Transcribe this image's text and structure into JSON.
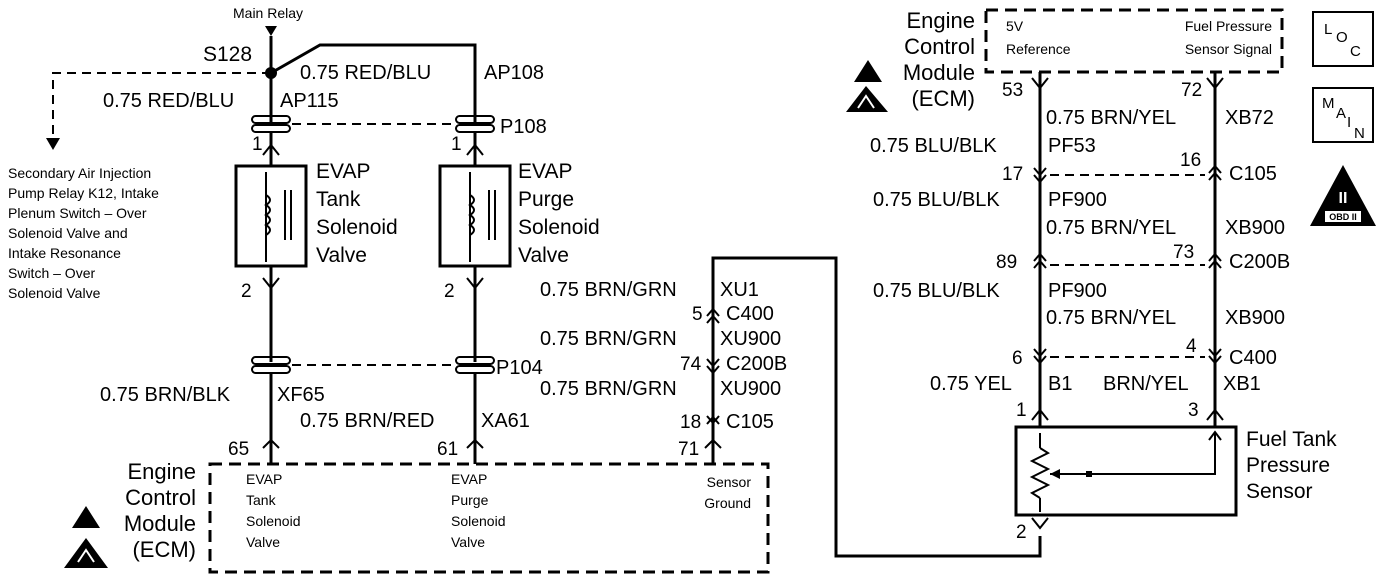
{
  "main_relay": "Main Relay",
  "splice": "S128",
  "wire_ap108": {
    "gauge_color": "0.75 RED/BLU",
    "circuit": "AP108"
  },
  "wire_ap115": {
    "gauge_color": "0.75 RED/BLU",
    "circuit": "AP115"
  },
  "connector_p108": "P108",
  "connector_p104": "P104",
  "secondary_note": [
    "Secondary Air Injection",
    "Pump Relay K12, Intake",
    "Plenum Switch – Over",
    "Solenoid Valve and",
    "Intake Resonance",
    "Switch – Over",
    "Solenoid Valve"
  ],
  "tank_valve": {
    "lines": [
      "EVAP",
      "Tank",
      "Solenoid",
      "Valve"
    ],
    "pin_top": "1",
    "pin_bottom": "2"
  },
  "purge_valve": {
    "lines": [
      "EVAP",
      "Purge",
      "Solenoid",
      "Valve"
    ],
    "pin_top": "1",
    "pin_bottom": "2"
  },
  "wire_xf65": {
    "gauge_color": "0.75 BRN/BLK",
    "circuit": "XF65"
  },
  "wire_xa61": {
    "gauge_color": "0.75 BRN/RED",
    "circuit": "XA61"
  },
  "sensor_ground_wires": [
    {
      "gauge_color": "0.75 BRN/GRN",
      "circuit": "XU1"
    },
    {
      "gauge_color": "0.75 BRN/GRN",
      "circuit": "XU900"
    },
    {
      "gauge_color": "0.75 BRN/GRN",
      "circuit": "XU900"
    }
  ],
  "sensor_ground_connectors": [
    {
      "pin": "5",
      "connector": "C400"
    },
    {
      "pin": "74",
      "connector": "C200B"
    },
    {
      "pin": "18",
      "connector": "C105"
    }
  ],
  "ecm_bottom": {
    "title_lines": [
      "Engine",
      "Control",
      "Module",
      "(ECM)"
    ],
    "pin_65": "65",
    "pin_61": "61",
    "pin_71": "71",
    "tank_label": [
      "EVAP",
      "Tank",
      "Solenoid",
      "Valve"
    ],
    "purge_label": [
      "EVAP",
      "Purge",
      "Solenoid",
      "Valve"
    ],
    "ground_label": [
      "Sensor",
      "Ground"
    ]
  },
  "ecm_top": {
    "title_lines": [
      "Engine",
      "Control",
      "Module",
      "(ECM)"
    ],
    "ref_label": [
      "5V",
      "Reference"
    ],
    "signal_label": [
      "Fuel Pressure",
      "Sensor Signal"
    ],
    "pin_53": "53",
    "pin_72": "72"
  },
  "left_col_wires": [
    {
      "gauge_color": "0.75 BLU/BLK",
      "circuit": "PF53"
    },
    {
      "gauge_color": "0.75 BLU/BLK",
      "circuit": "PF900"
    },
    {
      "gauge_color": "0.75 BLU/BLK",
      "circuit": "PF900"
    },
    {
      "gauge_color": "0.75 YEL",
      "circuit": "B1"
    }
  ],
  "right_col_wires": [
    {
      "gauge_color": "0.75 BRN/YEL",
      "circuit": "XB72"
    },
    {
      "gauge_color": "0.75 BRN/YEL",
      "circuit": "XB900"
    },
    {
      "gauge_color": "0.75 BRN/YEL",
      "circuit": "XB900"
    },
    {
      "gauge_color": "BRN/YEL",
      "circuit": "XB1"
    }
  ],
  "connectors_right": [
    {
      "left_pin": "17",
      "right_pin": "16",
      "connector": "C105"
    },
    {
      "left_pin": "89",
      "right_pin": "73",
      "connector": "C200B"
    },
    {
      "left_pin": "6",
      "right_pin": "4",
      "connector": "C400"
    }
  ],
  "fuel_sensor": {
    "lines": [
      "Fuel Tank",
      "Pressure",
      "Sensor"
    ],
    "pin_1": "1",
    "pin_3": "3",
    "pin_2": "2"
  },
  "loc_icon": {
    "L": "L",
    "O": "O",
    "C": "C"
  },
  "main_icon": {
    "M": "M",
    "A": "A",
    "I": "I",
    "N": "N"
  },
  "obd_icon": {
    "numeral": "II",
    "label": "OBD II"
  }
}
